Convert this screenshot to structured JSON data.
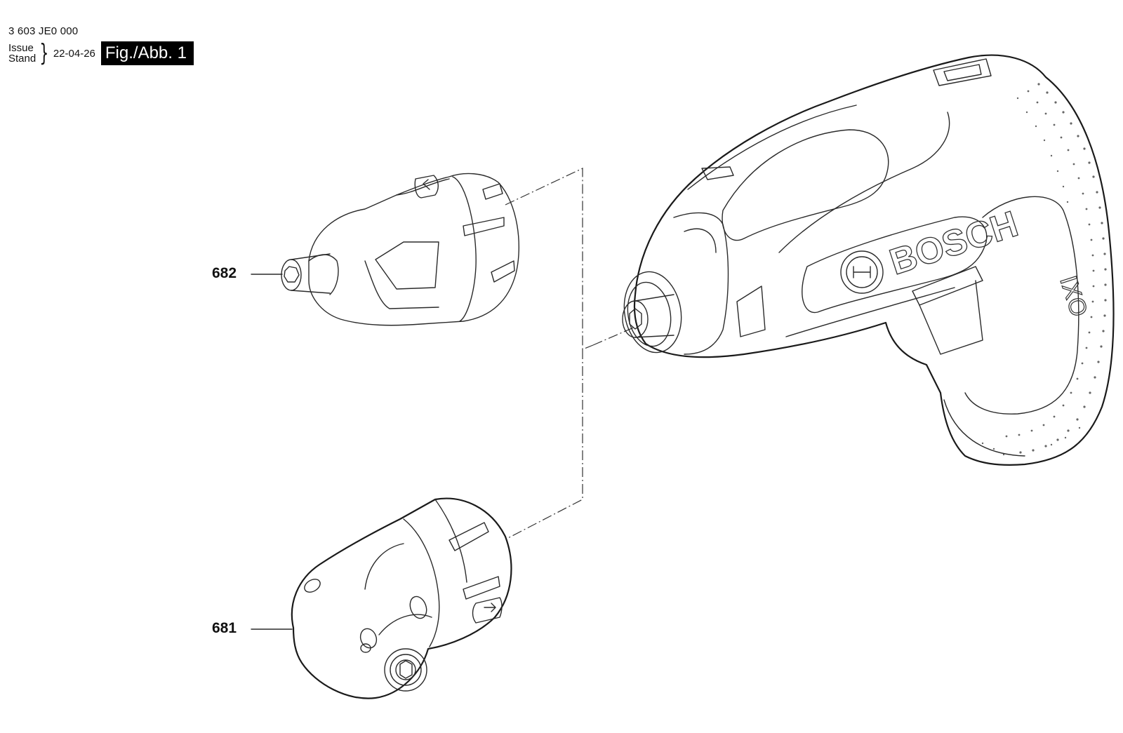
{
  "header": {
    "part_number": "3 603 JE0 000",
    "issue_label": "Issue",
    "stand_label": "Stand",
    "issue_date": "22-04-26",
    "figure_label": "Fig./Abb. 1"
  },
  "callouts": [
    {
      "id": "682",
      "label": "682"
    },
    {
      "id": "681",
      "label": "681"
    }
  ],
  "tool": {
    "brand": "BOSCH",
    "model_mark": "IXO"
  }
}
